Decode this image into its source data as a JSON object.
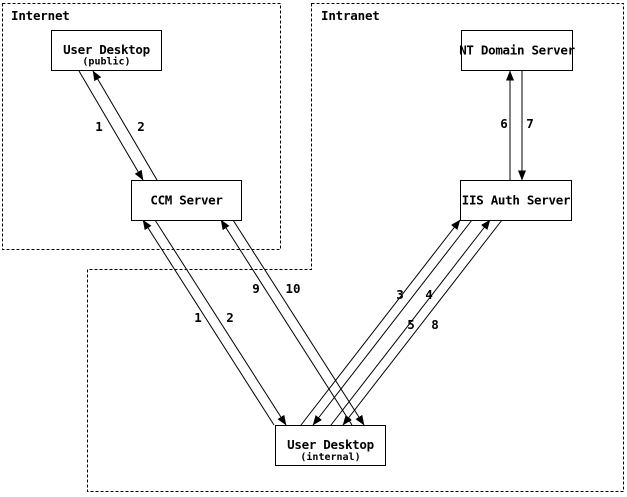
{
  "diagram": {
    "colors": {
      "ink": "#000000",
      "paper": "#ffffff"
    },
    "zones": [
      {
        "label": "Internet"
      },
      {
        "label": "Intranet"
      }
    ],
    "nodes": [
      {
        "title": "User Desktop",
        "subtitle": "(public)",
        "zone": "Internet"
      },
      {
        "title": "CCM Server",
        "zone": "Internet"
      },
      {
        "title": "NT Domain Server",
        "zone": "Intranet"
      },
      {
        "title": "IIS Auth Server",
        "zone": "Intranet"
      },
      {
        "title": "User Desktop",
        "subtitle": "(internal)",
        "zone": "Intranet"
      }
    ],
    "arrows": [
      {
        "label": "1",
        "from": "User Desktop (public)",
        "to": "CCM Server"
      },
      {
        "label": "2",
        "from": "CCM Server",
        "to": "User Desktop (public)"
      },
      {
        "label": "1",
        "from": "User Desktop (internal)",
        "to": "CCM Server"
      },
      {
        "label": "2",
        "from": "CCM Server",
        "to": "User Desktop (internal)"
      },
      {
        "label": "9",
        "from": "User Desktop (internal)",
        "to": "CCM Server"
      },
      {
        "label": "10",
        "from": "CCM Server",
        "to": "User Desktop (internal)"
      },
      {
        "label": "3",
        "from": "User Desktop (internal)",
        "to": "IIS Auth Server"
      },
      {
        "label": "4",
        "from": "IIS Auth Server",
        "to": "User Desktop (internal)"
      },
      {
        "label": "5",
        "from": "User Desktop (internal)",
        "to": "IIS Auth Server"
      },
      {
        "label": "8",
        "from": "IIS Auth Server",
        "to": "User Desktop (internal)"
      },
      {
        "label": "6",
        "from": "IIS Auth Server",
        "to": "NT Domain Server"
      },
      {
        "label": "7",
        "from": "NT Domain Server",
        "to": "IIS Auth Server"
      }
    ]
  }
}
